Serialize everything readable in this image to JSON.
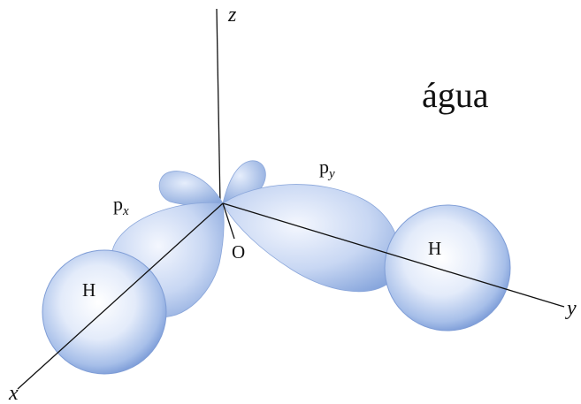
{
  "title": "água",
  "axes": {
    "x": "x",
    "y": "y",
    "z": "z"
  },
  "orbitals": {
    "px": "p",
    "px_sub": "x",
    "py": "p",
    "py_sub": "y"
  },
  "atoms": {
    "oxygen": "O",
    "hydrogen_left": "H",
    "hydrogen_right": "H"
  },
  "colors": {
    "lobe_light": "#eef3fd",
    "lobe_mid": "#a9c1ea",
    "lobe_dark": "#7f9fd9",
    "sphere_edge": "#7897d3"
  }
}
